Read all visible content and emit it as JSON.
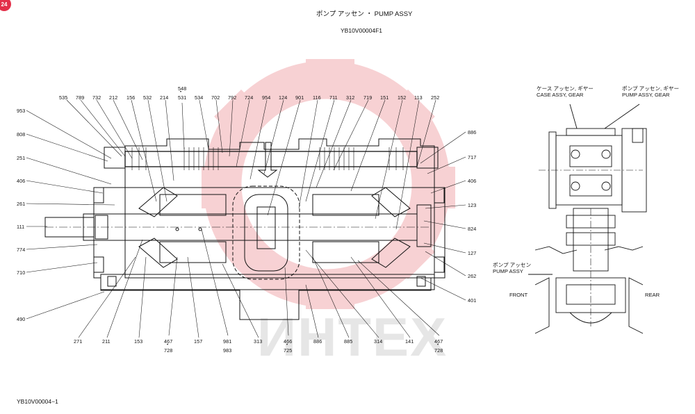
{
  "badge": "24",
  "header": {
    "title": "ポンプ アッセン ・ PUMP ASSY",
    "code": "YB10V00004F1"
  },
  "footer_code": "YB10V00004−1",
  "watermark": "ИНТЕХ",
  "labels": {
    "l535": "535",
    "l789": "789",
    "l732": "732",
    "l212": "212",
    "l156": "156",
    "l532": "532",
    "l214": "214",
    "l548": "548",
    "l531": "531",
    "l534": "534",
    "l702": "702",
    "l792": "792",
    "l724": "724",
    "l954": "954",
    "l124": "124",
    "l901": "901",
    "l116": "116",
    "l711": "711",
    "l312": "312",
    "l719": "719",
    "l151": "151",
    "l152": "152",
    "l113": "113",
    "l252": "252",
    "l953": "953",
    "l808": "808",
    "l251": "251",
    "l406a": "406",
    "l261": "261",
    "l111": "111",
    "l774": "774",
    "l710": "710",
    "l490": "490",
    "l886a": "886",
    "l717": "717",
    "l406b": "406",
    "l123": "123",
    "l824": "824",
    "l127": "127",
    "l262": "262",
    "l401": "401",
    "l271": "271",
    "l211": "211",
    "l153": "153",
    "l467a": "467",
    "l728a": "728",
    "l157": "157",
    "l981": "981",
    "l983": "983",
    "l313": "313",
    "l466": "466",
    "l725": "725",
    "l886b": "886",
    "l885": "885",
    "l314": "314",
    "l141": "141",
    "l467b": "467",
    "l728b": "728",
    "sep1": "•",
    "sep2": "•",
    "sep3": "•",
    "sep4": "•"
  },
  "side_view": {
    "case_assy_jp": "ケース アッセン, ギヤー",
    "case_assy_en": "CASE ASSY, GEAR",
    "pump_assy_gear_jp": "ポンプ アッセン, ギヤー",
    "pump_assy_gear_en": "PUMP ASSY, GEAR",
    "pump_assy_jp": "ポンプ アッセン",
    "pump_assy_en": "PUMP ASSY",
    "front": "FRONT",
    "rear": "REAR"
  }
}
